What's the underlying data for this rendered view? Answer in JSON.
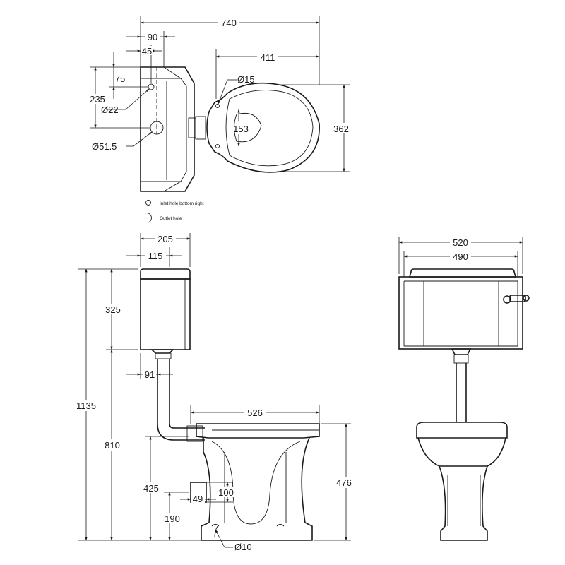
{
  "dimensions": {
    "top_width_overall": "740",
    "top_cistern_depth": "90",
    "top_inlet_offset": "45",
    "top_seat_to_wall": "411",
    "top_inlet_height": "75",
    "top_outlet_height": "235",
    "top_inlet_diameter": "Ø22",
    "top_outlet_diameter": "Ø51.5",
    "top_fixing_diameter": "Ø15",
    "top_seat_inner": "153",
    "top_seat_width": "362",
    "side_cistern_depth": "205",
    "side_cistern_inner": "115",
    "side_cistern_height": "325",
    "side_flushpipe_offset": "91",
    "side_total_height": "1135",
    "side_cistern_base_height": "810",
    "side_pan_projection": "526",
    "side_pan_height": "476",
    "side_outlet_height": "425",
    "side_outlet_to_floor": "190",
    "side_outlet_size_h": "100",
    "side_outlet_size_w": "49",
    "side_floor_fixing": "Ø10",
    "front_cistern_width": "520",
    "front_cistern_inner": "490"
  },
  "legend": {
    "inlet_label": "Inlet hole bottom right",
    "outlet_label": "Outlet hole"
  },
  "colors": {
    "line": "#1a1a1a",
    "background": "#ffffff"
  }
}
